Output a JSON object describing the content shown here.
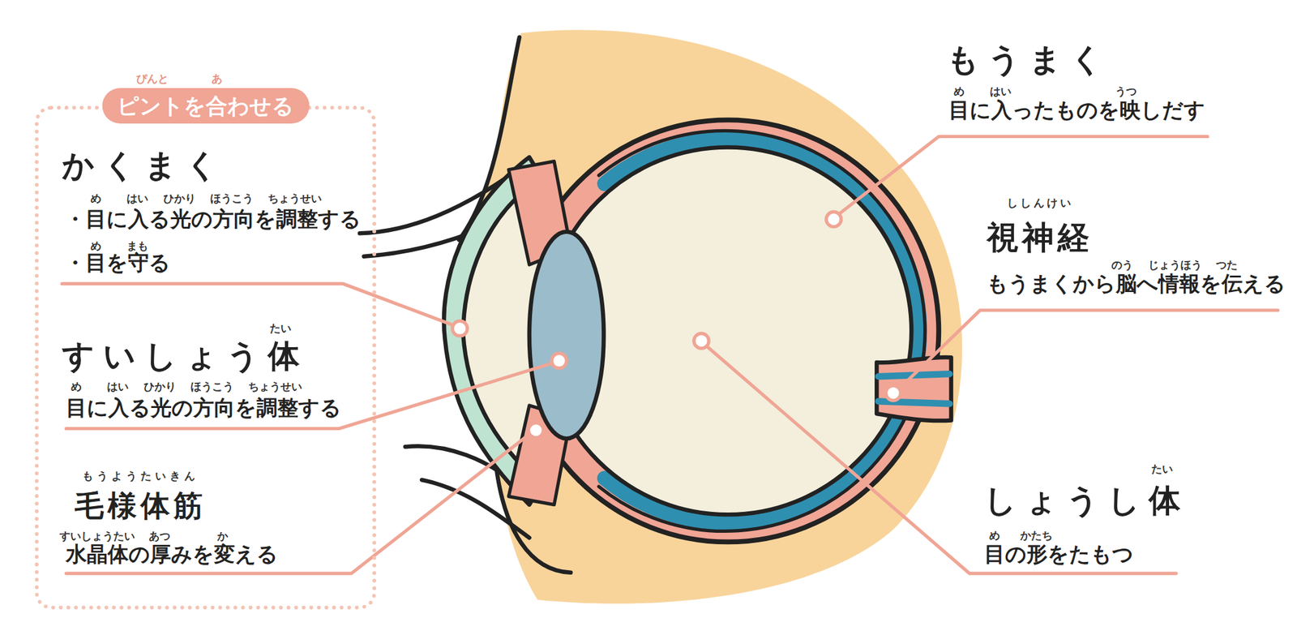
{
  "diagram": {
    "nodes": [
      {
        "text": [
          "ピントを合わせる"
        ]
      }
    ],
    "labels": [
      "ぴんと",
      "あ",
      "かくまく",
      "め",
      "はい",
      "ひかり",
      "ほうこう",
      "ちょうせい",
      "・目に入る光の方向を調整する",
      "め",
      "まも",
      "・目を守る",
      "たい",
      "すいしょう体",
      "め",
      "はい",
      "ひかり",
      "ほうこう",
      "ちょうせい",
      "目に入る光の方向を調整する",
      "もうようたいきん",
      "毛様体筋",
      "すいしょうたい",
      "あつ",
      "か",
      "水晶体の厚みを変える",
      "もうまく",
      "め",
      "はい",
      "うつ",
      "目に入ったものを映しだす",
      "ししんけい",
      "視神経",
      "のう",
      "じょうほう",
      "つた",
      "もうまくから脳へ情報を伝える",
      "たい",
      "しょうし体",
      "め",
      "かたち",
      "目の形をたもつ"
    ]
  }
}
